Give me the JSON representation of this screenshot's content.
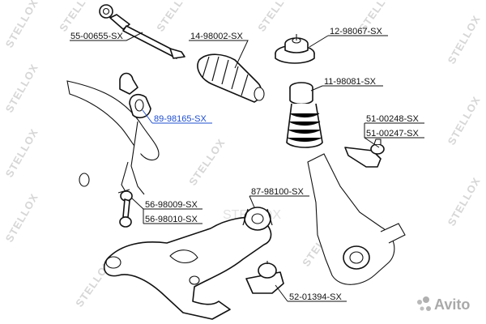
{
  "diagram": {
    "parts": [
      {
        "id": "p1",
        "number": "55-00655-SX"
      },
      {
        "id": "p2",
        "number": "14-98002-SX"
      },
      {
        "id": "p3",
        "number": "12-98067-SX"
      },
      {
        "id": "p4",
        "number": "11-98081-SX"
      },
      {
        "id": "p5",
        "number": "89-98165-SX",
        "highlighted": true
      },
      {
        "id": "p6",
        "number": "51-00248-SX"
      },
      {
        "id": "p7",
        "number": "51-00247-SX"
      },
      {
        "id": "p8",
        "number": "56-98009-SX"
      },
      {
        "id": "p9",
        "number": "56-98010-SX"
      },
      {
        "id": "p10",
        "number": "87-98100-SX"
      },
      {
        "id": "p11",
        "number": "52-01394-SX"
      }
    ],
    "highlight_color": "#1f4fd1"
  },
  "watermark": {
    "brand": "STELLOX",
    "marketplace": "Avito"
  }
}
